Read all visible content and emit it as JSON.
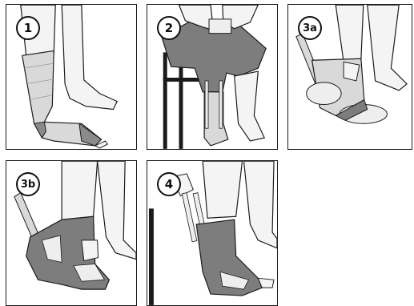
{
  "colors": {
    "outline": "#1a1a1a",
    "skin": "#f4f4f4",
    "bandage": "#d9d9d9",
    "bandage_dark": "#8a8a8a",
    "garment": "#7d7d7d",
    "garment_dark": "#5e5e5e",
    "padding": "#eeeeee"
  },
  "steps": [
    {
      "label": "1"
    },
    {
      "label": "2"
    },
    {
      "label": "3a"
    },
    {
      "label": "3b"
    },
    {
      "label": "4"
    }
  ]
}
